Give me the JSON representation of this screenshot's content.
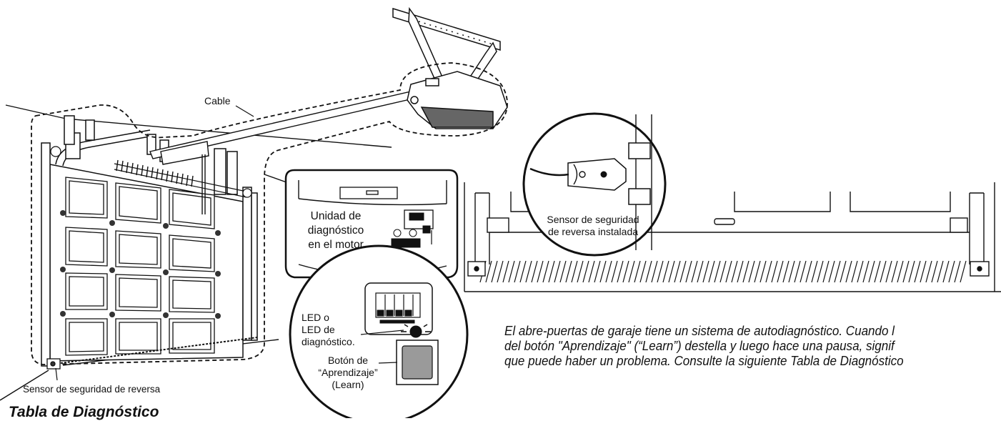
{
  "labels": {
    "cable": "Cable",
    "sensor_bottom": "Sensor de seguridad de reversa",
    "motor_unit": [
      "Unidad de",
      "diagnóstico",
      "en el motor"
    ],
    "led": [
      "LED o",
      "LED de",
      "diagnóstico."
    ],
    "learn_button": [
      "Botón de",
      "“Aprendizaje”",
      "(Learn)"
    ],
    "installed_sensor": [
      "Sensor de seguridad",
      "de reversa instalada"
    ]
  },
  "paragraph": [
    "El abre-puertas de garaje tiene un sistema de autodiagnóstico. Cuando l",
    "del botón \"Aprendizaje\" (“Learn”) destella y luego hace una pausa, signif",
    "que puede haber un problema. Consulte la siguiente Tabla de Diagnóstico"
  ],
  "heading": "Tabla de Diagnóstico",
  "colors": {
    "ink": "#111111",
    "button_gray": "#9a9a9a",
    "background": "#ffffff"
  }
}
